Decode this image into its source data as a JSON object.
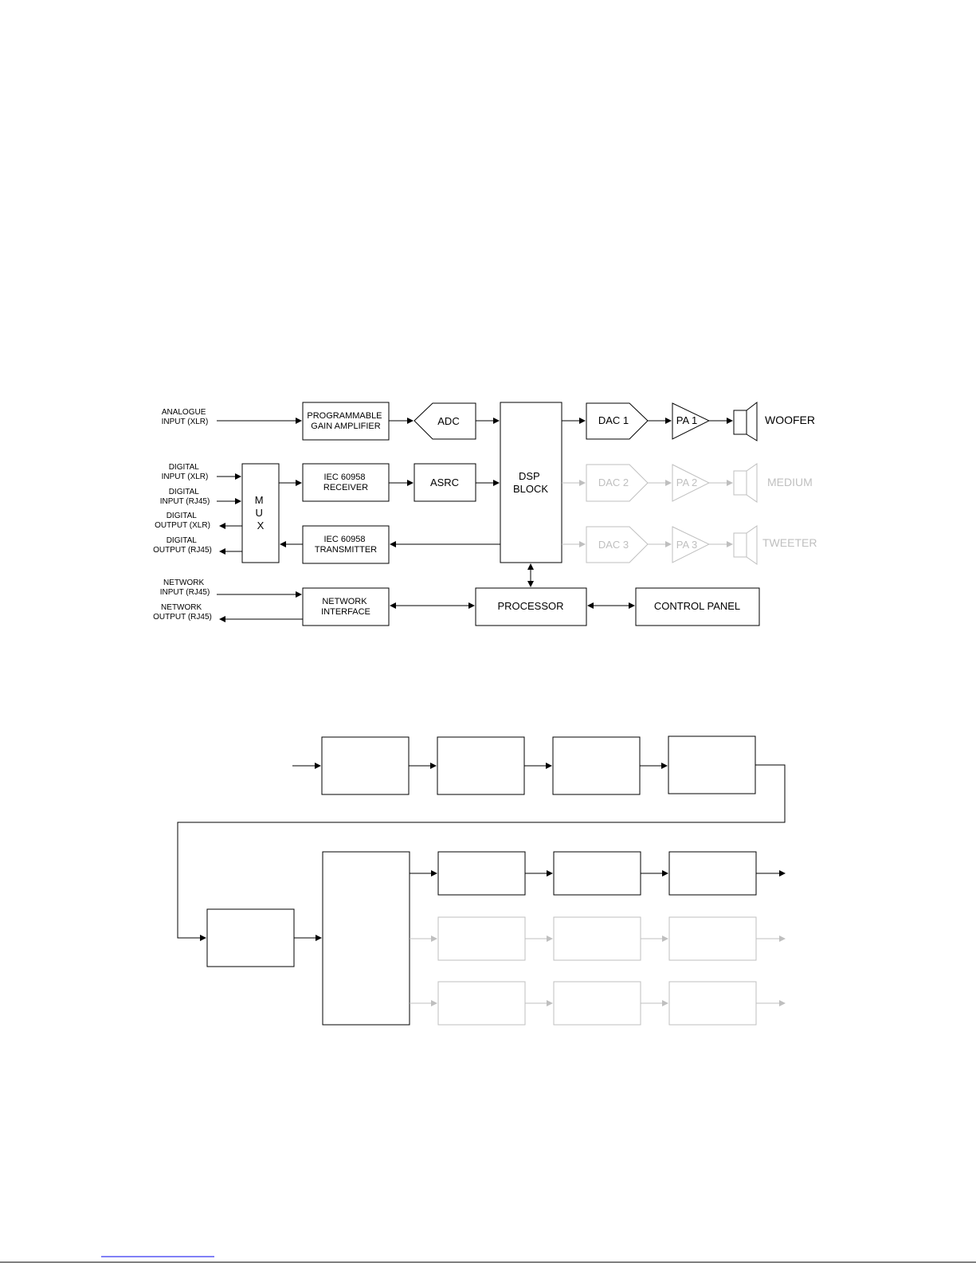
{
  "diagram1": {
    "inputs": {
      "analogue": [
        "ANALOGUE",
        "INPUT (XLR)"
      ],
      "digital_xlr": [
        "DIGITAL",
        "INPUT (XLR)"
      ],
      "digital_rj45": [
        "DIGITAL",
        "INPUT (RJ45)"
      ],
      "digital_out_xlr": [
        "DIGITAL",
        "OUTPUT (XLR)"
      ],
      "digital_out_rj45": [
        "DIGITAL",
        "OUTPUT (RJ45)"
      ],
      "network_in": [
        "NETWORK",
        "INPUT (RJ45)"
      ],
      "network_out": [
        "NETWORK",
        "OUTPUT (RJ45)"
      ]
    },
    "blocks": {
      "pga": [
        "PROGRAMMABLE",
        "GAIN AMPLIFIER"
      ],
      "adc": "ADC",
      "mux": [
        "M",
        "U",
        "X"
      ],
      "iec_rx": [
        "IEC 60958",
        "RECEIVER"
      ],
      "asrc": "ASRC",
      "iec_tx": [
        "IEC 60958",
        "TRANSMITTER"
      ],
      "dsp": [
        "DSP",
        "BLOCK"
      ],
      "dac1": "DAC 1",
      "dac2": "DAC 2",
      "dac3": "DAC 3",
      "pa1": "PA 1",
      "pa2": "PA 2",
      "pa3": "PA 3",
      "net_if": [
        "NETWORK",
        "INTERFACE"
      ],
      "processor": "PROCESSOR",
      "control_panel": "CONTROL PANEL"
    },
    "speakers": {
      "woofer": "WOOFER",
      "medium": "MEDIUM",
      "tweeter": "TWEETER"
    },
    "colors": {
      "active": "#000000",
      "inactive": "#bfbfbf"
    }
  }
}
